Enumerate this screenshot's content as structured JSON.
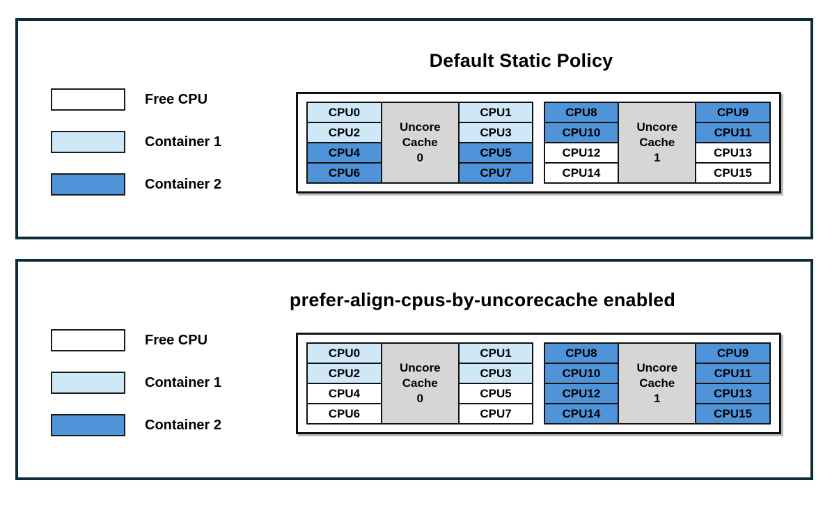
{
  "colors": {
    "free": "#ffffff",
    "container1": "#cfe8f7",
    "container2": "#4f94d9",
    "uncore": "#d6d6d6",
    "panelBorder": "#0c2b3b",
    "cellBorder": "#111111"
  },
  "legend": [
    {
      "label": "Free CPU",
      "state": "free"
    },
    {
      "label": "Container 1",
      "state": "container1"
    },
    {
      "label": "Container 2",
      "state": "container2"
    }
  ],
  "panels": [
    {
      "title": "Default Static Policy",
      "groups": [
        {
          "uncore": {
            "lines": [
              "Uncore",
              "Cache",
              "0"
            ]
          },
          "left": [
            {
              "label": "CPU0",
              "state": "container1"
            },
            {
              "label": "CPU2",
              "state": "container1"
            },
            {
              "label": "CPU4",
              "state": "container2"
            },
            {
              "label": "CPU6",
              "state": "container2"
            }
          ],
          "right": [
            {
              "label": "CPU1",
              "state": "container1"
            },
            {
              "label": "CPU3",
              "state": "container1"
            },
            {
              "label": "CPU5",
              "state": "container2"
            },
            {
              "label": "CPU7",
              "state": "container2"
            }
          ]
        },
        {
          "uncore": {
            "lines": [
              "Uncore",
              "Cache",
              "1"
            ]
          },
          "left": [
            {
              "label": "CPU8",
              "state": "container2"
            },
            {
              "label": "CPU10",
              "state": "container2"
            },
            {
              "label": "CPU12",
              "state": "free"
            },
            {
              "label": "CPU14",
              "state": "free"
            }
          ],
          "right": [
            {
              "label": "CPU9",
              "state": "container2"
            },
            {
              "label": "CPU11",
              "state": "container2"
            },
            {
              "label": "CPU13",
              "state": "free"
            },
            {
              "label": "CPU15",
              "state": "free"
            }
          ]
        }
      ]
    },
    {
      "title": "prefer-align-cpus-by-uncorecache enabled",
      "groups": [
        {
          "uncore": {
            "lines": [
              "Uncore",
              "Cache",
              "0"
            ]
          },
          "left": [
            {
              "label": "CPU0",
              "state": "container1"
            },
            {
              "label": "CPU2",
              "state": "container1"
            },
            {
              "label": "CPU4",
              "state": "free"
            },
            {
              "label": "CPU6",
              "state": "free"
            }
          ],
          "right": [
            {
              "label": "CPU1",
              "state": "container1"
            },
            {
              "label": "CPU3",
              "state": "container1"
            },
            {
              "label": "CPU5",
              "state": "free"
            },
            {
              "label": "CPU7",
              "state": "free"
            }
          ]
        },
        {
          "uncore": {
            "lines": [
              "Uncore",
              "Cache",
              "1"
            ]
          },
          "left": [
            {
              "label": "CPU8",
              "state": "container2"
            },
            {
              "label": "CPU10",
              "state": "container2"
            },
            {
              "label": "CPU12",
              "state": "container2"
            },
            {
              "label": "CPU14",
              "state": "container2"
            }
          ],
          "right": [
            {
              "label": "CPU9",
              "state": "container2"
            },
            {
              "label": "CPU11",
              "state": "container2"
            },
            {
              "label": "CPU13",
              "state": "container2"
            },
            {
              "label": "CPU15",
              "state": "container2"
            }
          ]
        }
      ]
    }
  ]
}
